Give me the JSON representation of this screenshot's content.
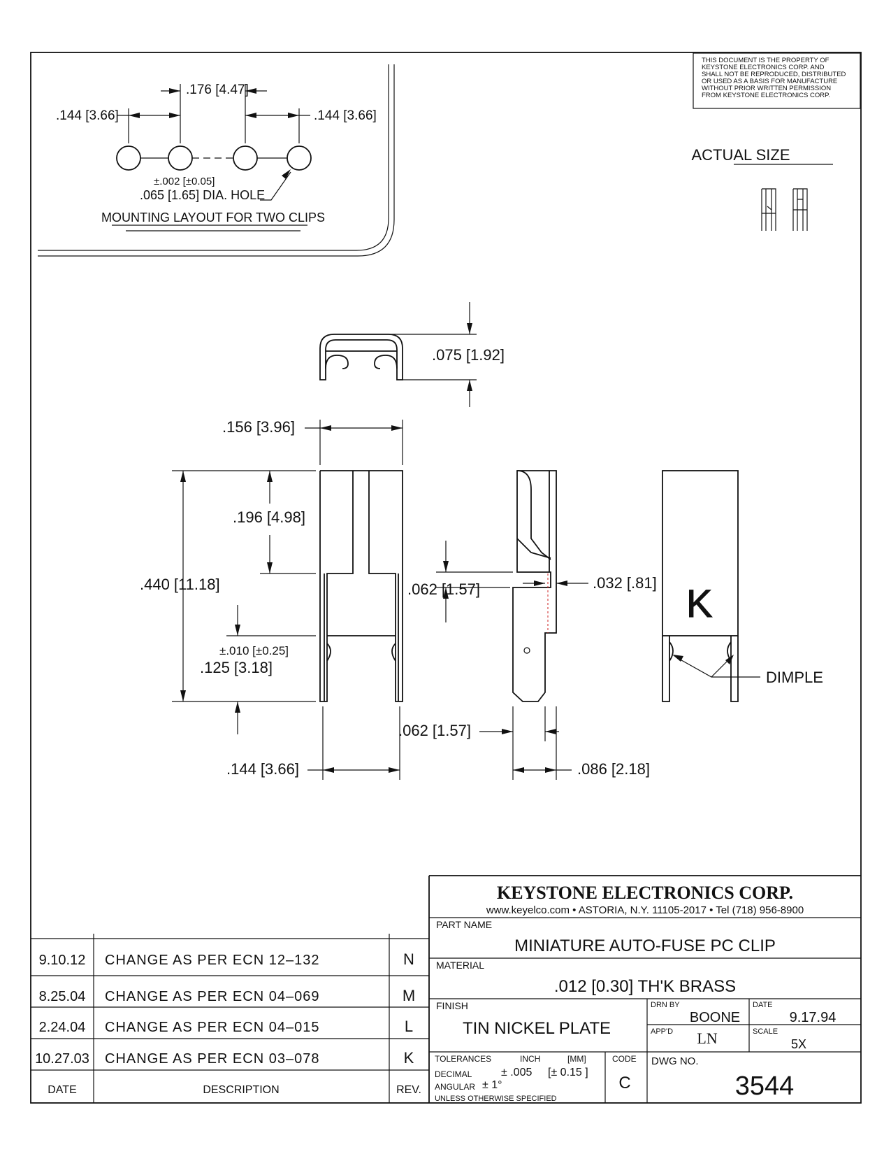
{
  "notice": {
    "lines": [
      "THIS DOCUMENT IS THE PROPERTY OF",
      "KEYSTONE ELECTRONICS CORP. AND",
      "SHALL NOT BE REPRODUCED, DISTRIBUTED",
      "OR USED AS A BASIS FOR MANUFACTURE",
      "WITHOUT PRIOR WRITTEN PERMISSION",
      "FROM KEYSTONE ELECTRONICS CORP."
    ]
  },
  "actual_size_label": "ACTUAL SIZE",
  "mounting": {
    "dim_pitch": ".176 [4.47]",
    "dim_left": ".144 [3.66]",
    "dim_right": ".144 [3.66]",
    "hole_tol": "±.002 [±0.05]",
    "hole_dia": ".065 [1.65] DIA. HOLE",
    "title": "MOUNTING LAYOUT FOR TWO CLIPS"
  },
  "dims": {
    "top_height": ".075 [1.92]",
    "width": ".156 [3.96]",
    "slot_depth": ".196 [4.98]",
    "overall_height": ".440 [11.18]",
    "dimple_tol": "±.010 [±0.25]",
    "dimple_height": ".125 [3.18]",
    "step": ".062 [1.57]",
    "thickness": ".032 [.81]",
    "lead_width": ".062 [1.57]",
    "bottom_width": ".144 [3.66]",
    "side_width": ".086 [2.18]",
    "dimple_label": "DIMPLE",
    "logo_letter": "K"
  },
  "title_block": {
    "company": "KEYSTONE ELECTRONICS CORP.",
    "address": "www.keyelco.com  •  ASTORIA, N.Y. 11105-2017  •  Tel (718) 956-8900",
    "part_name_label": "PART NAME",
    "part_name": "MINIATURE AUTO-FUSE PC CLIP",
    "material_label": "MATERIAL",
    "material": ".012 [0.30] TH'K BRASS",
    "finish_label": "FINISH",
    "finish": "TIN NICKEL PLATE",
    "drn_by_label": "DRN BY",
    "drn_by": "BOONE",
    "date_label": "DATE",
    "date": "9.17.94",
    "appd_label": "APP'D",
    "appd": "LN",
    "scale_label": "SCALE",
    "scale": "5X",
    "tolerances_label": "TOLERANCES",
    "inch_label": "INCH",
    "mm_label": "[MM]",
    "code_label": "CODE",
    "decimal_label": "DECIMAL",
    "decimal_inch": "± .005",
    "decimal_mm": "[± 0.15 ]",
    "angular_label": "ANGULAR",
    "angular": "± 1°",
    "unless": "UNLESS OTHERWISE SPECIFIED",
    "code": "C",
    "dwg_no_label": "DWG NO.",
    "dwg_no": "3544"
  },
  "revisions": {
    "rows": [
      {
        "date": "9.10.12",
        "description": "CHANGE  AS  PER  ECN  12–132",
        "rev": "N"
      },
      {
        "date": "8.25.04",
        "description": "CHANGE  AS  PER  ECN  04–069",
        "rev": "M"
      },
      {
        "date": "2.24.04",
        "description": "CHANGE  AS  PER  ECN  04–015",
        "rev": "L"
      },
      {
        "date": "10.27.03",
        "description": "CHANGE  AS  PER  ECN  03–078",
        "rev": "K"
      }
    ],
    "header_date": "DATE",
    "header_description": "DESCRIPTION",
    "header_rev": "REV."
  }
}
